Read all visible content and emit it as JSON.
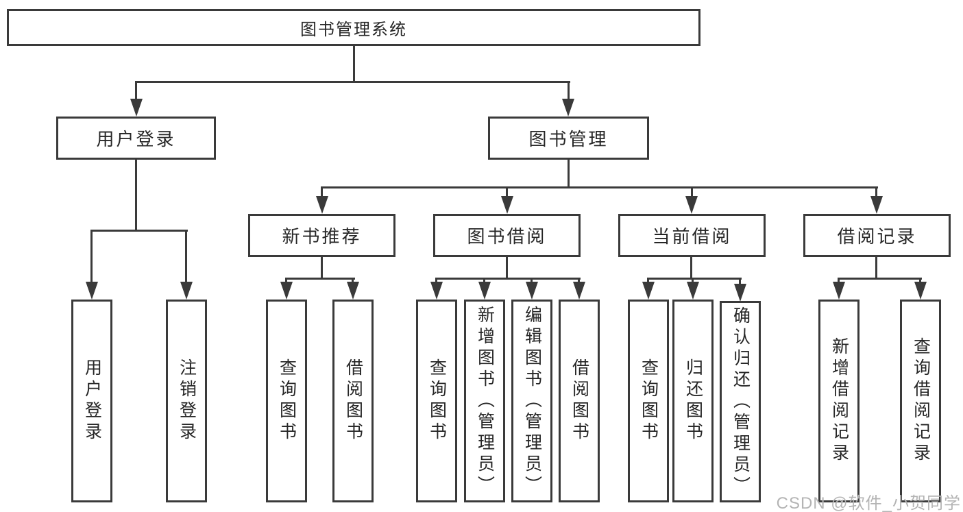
{
  "nodes": {
    "root": "图书管理系统",
    "user_login": "用户登录",
    "book_management": "图书管理",
    "new_book_recommend": "新书推荐",
    "book_borrow": "图书借阅",
    "current_borrow": "当前借阅",
    "borrow_records": "借阅记录",
    "leaf_user_login": "用户登录",
    "leaf_logout": "注销登录",
    "leaf_rec_query_book": "查询图书",
    "leaf_rec_borrow_book": "借阅图书",
    "leaf_bb_query_book": "查询图书",
    "leaf_bb_add_book": "新增图书（管理员）",
    "leaf_bb_edit_book": "编辑图书（管理员）",
    "leaf_bb_borrow_book": "借阅图书",
    "leaf_cb_query_book": "查询图书",
    "leaf_cb_return_book": "归还图书",
    "leaf_cb_confirm_return": "确认归还（管理员）",
    "leaf_br_add_record": "新增借阅记录",
    "leaf_br_query_record": "查询借阅记录"
  },
  "watermark": "CSDN @软件_小贺同学",
  "colors": {
    "line": "#3a3a3a",
    "text": "#262626",
    "watermark": "#b4b4b4",
    "background": "#ffffff"
  }
}
